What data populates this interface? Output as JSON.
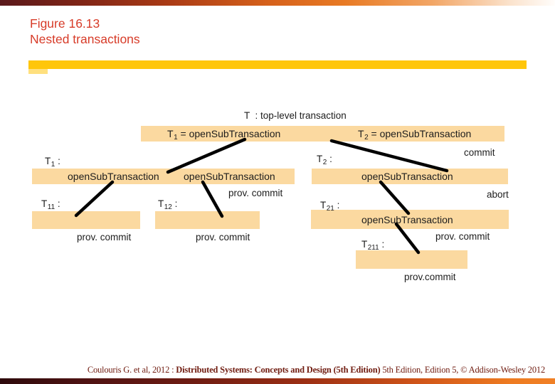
{
  "title": {
    "line1": "Figure 16.13",
    "line2": "Nested transactions"
  },
  "colors": {
    "title_red": "#d73b28",
    "gold": "#ffc60a",
    "gold_light": "#ffe07e",
    "box_fill": "#fbd9a0",
    "line_black": "#000000",
    "footer_maroon": "#701c10"
  },
  "diagram": {
    "top_label": "T  : top-level transaction",
    "t1_call": {
      "t": "T",
      "sub": "1",
      "rest": " = openSubTransaction"
    },
    "t2_call": {
      "t": "T",
      "sub": "2",
      "rest": " = openSubTransaction"
    },
    "t2_commit": "commit",
    "t1": {
      "label": {
        "t": "T",
        "sub": "1",
        "colon": " :"
      },
      "call1": "openSubTransaction",
      "call2": "openSubTransaction",
      "outcome": "prov. commit"
    },
    "t2": {
      "label": {
        "t": "T",
        "sub": "2",
        "colon": " :"
      },
      "call": "openSubTransaction",
      "outcome": "abort"
    },
    "t11": {
      "label": {
        "t": "T",
        "sub": "11",
        "colon": " :"
      },
      "outcome": "prov. commit"
    },
    "t12": {
      "label": {
        "t": "T",
        "sub": "12",
        "colon": " :"
      },
      "outcome": "prov. commit"
    },
    "t21": {
      "label": {
        "t": "T",
        "sub": "21",
        "colon": " :"
      },
      "call": "openSubTransaction",
      "outcome": "prov. commit"
    },
    "t211": {
      "label": {
        "t": "T",
        "sub": "211",
        "colon": " :"
      },
      "outcome": "prov.commit"
    },
    "connectors": [
      [
        344,
        196,
        236,
        242
      ],
      [
        466,
        198,
        628,
        240
      ],
      [
        158,
        256,
        107,
        303
      ],
      [
        285,
        256,
        312,
        304
      ],
      [
        535,
        256,
        574,
        300
      ],
      [
        557,
        315,
        588,
        355
      ]
    ]
  },
  "footer": {
    "prefix": "Coulouris G. et al, 2012 : ",
    "book": "Distributed Systems: Concepts and Design (5th Edition)",
    "suffix": " 5th Edition, Edition 5, © Addison-Wesley 2012"
  }
}
